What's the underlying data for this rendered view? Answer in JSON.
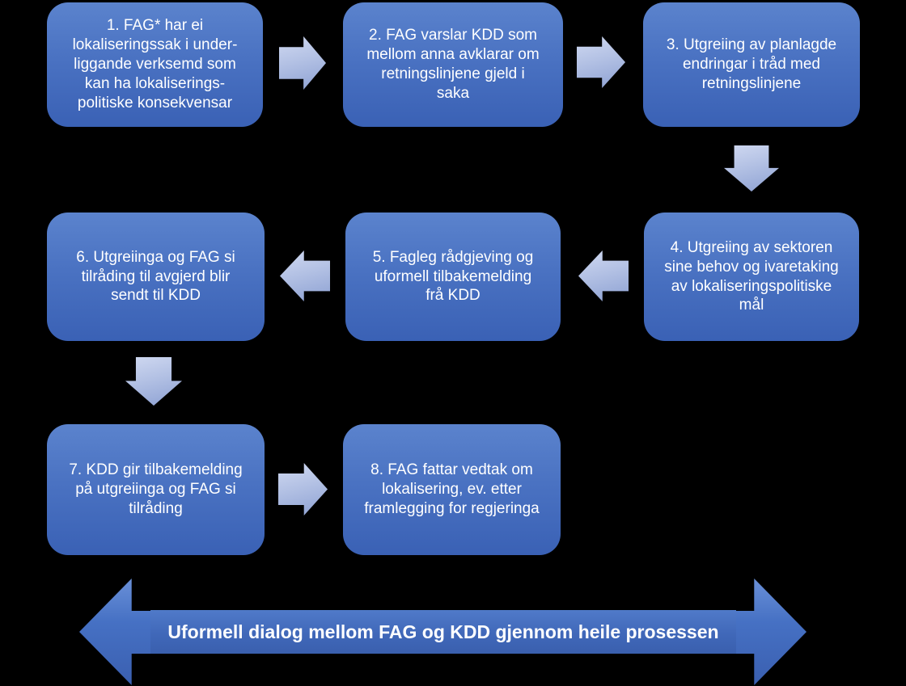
{
  "diagram": {
    "type": "flowchart",
    "background_color": "#000000",
    "box_color_top": "#5b83cd",
    "box_color_bottom": "#3a61b5",
    "connector_color_light": "#d0d9f1",
    "connector_color_dark": "#8da1d3",
    "text_color": "#ffffff",
    "boxes": [
      {
        "step": "1",
        "lines": [
          "1. FAG* har ei",
          "lokaliseringssak i under-",
          "liggande verksemd som",
          "kan ha lokaliserings-",
          "politiske konsekvensar"
        ]
      },
      {
        "step": "2",
        "lines": [
          "2. FAG varslar KDD som",
          "mellom anna avklarar om",
          "retningslinjene gjeld i",
          "saka"
        ]
      },
      {
        "step": "3",
        "lines": [
          "3. Utgreiing av planlagde",
          "endringar i tråd med",
          "retningslinjene"
        ]
      },
      {
        "step": "4",
        "lines": [
          "4. Utgreiing av sektoren",
          "sine behov og ivaretaking",
          "av lokaliseringspolitiske",
          "mål"
        ]
      },
      {
        "step": "5",
        "lines": [
          "5. Fagleg rådgjeving og",
          "uformell tilbakemelding",
          "frå KDD"
        ]
      },
      {
        "step": "6",
        "lines": [
          "6. Utgreiinga og FAG si",
          "tilråding til avgjerd blir",
          "sendt til KDD"
        ]
      },
      {
        "step": "7",
        "lines": [
          "7. KDD gir tilbakemelding",
          "på utgreiinga og FAG si",
          "tilråding"
        ]
      },
      {
        "step": "8",
        "lines": [
          "8. FAG fattar vedtak om",
          "lokalisering, ev. etter",
          "framlegging for regjeringa"
        ]
      }
    ],
    "connectors": [
      {
        "from": "1",
        "to": "2",
        "direction": "right"
      },
      {
        "from": "2",
        "to": "3",
        "direction": "right"
      },
      {
        "from": "3",
        "to": "4",
        "direction": "down"
      },
      {
        "from": "4",
        "to": "5",
        "direction": "left"
      },
      {
        "from": "5",
        "to": "6",
        "direction": "left"
      },
      {
        "from": "6",
        "to": "7",
        "direction": "down"
      },
      {
        "from": "7",
        "to": "8",
        "direction": "right"
      }
    ],
    "banner": {
      "label": "Uformell dialog mellom FAG og KDD gjennom heile prosessen"
    }
  }
}
